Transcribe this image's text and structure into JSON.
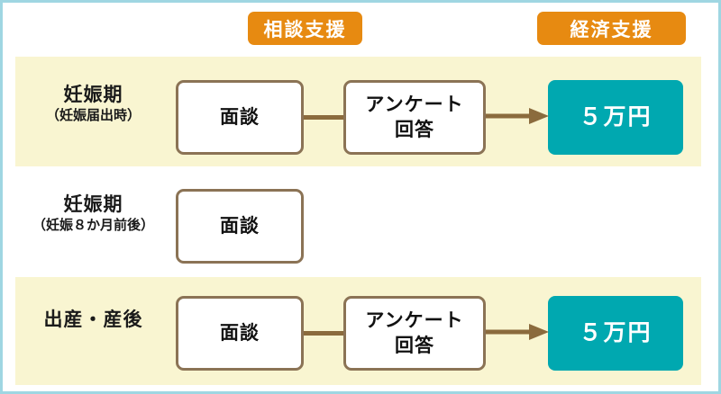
{
  "diagram": {
    "title_badges": [
      {
        "id": "consult",
        "label": "相談支援"
      },
      {
        "id": "economic",
        "label": "経済支援"
      }
    ],
    "rows": [
      {
        "id": "row-1",
        "label_main": "妊娠期",
        "label_sub": "（妊娠届出時）",
        "nodes": [
          {
            "id": "r1-interview",
            "label": "面談",
            "type": "process"
          },
          {
            "id": "r1-survey",
            "label": "アンケート\n回答",
            "type": "process"
          },
          {
            "id": "r1-payment",
            "label": "５万円",
            "type": "benefit"
          }
        ],
        "connectors": [
          {
            "id": "r1-a",
            "kind": "line",
            "from": "r1-interview",
            "to": "r1-survey"
          },
          {
            "id": "r1-b",
            "kind": "arrow",
            "from": "r1-survey",
            "to": "r1-payment"
          }
        ]
      },
      {
        "id": "row-2",
        "label_main": "妊娠期",
        "label_sub": "（妊娠８か月前後）",
        "nodes": [
          {
            "id": "r2-interview",
            "label": "面談",
            "type": "process"
          }
        ],
        "connectors": []
      },
      {
        "id": "row-3",
        "label_main": "出産・産後",
        "label_sub": "",
        "nodes": [
          {
            "id": "r3-interview",
            "label": "面談",
            "type": "process"
          },
          {
            "id": "r3-survey",
            "label": "アンケート\n回答",
            "type": "process"
          },
          {
            "id": "r3-payment",
            "label": "５万円",
            "type": "benefit"
          }
        ],
        "connectors": [
          {
            "id": "r3-a",
            "kind": "line",
            "from": "r3-interview",
            "to": "r3-survey"
          },
          {
            "id": "r3-b",
            "kind": "arrow",
            "from": "r3-survey",
            "to": "r3-payment"
          }
        ]
      }
    ],
    "node_labels": {
      "interview": "面談",
      "survey_line1": "アンケート",
      "survey_line2": "回答",
      "payment": "５万円"
    },
    "colors": {
      "badge_orange": "#E78A11",
      "band_cream": "#F9F5D1",
      "node_border_brown": "#8B7355",
      "connector_brown": "#8B6B3D",
      "benefit_teal": "#00A8B0",
      "frame_blue": "#9FD6E2",
      "text_dark": "#111111",
      "text_white": "#FFFFFF"
    }
  }
}
